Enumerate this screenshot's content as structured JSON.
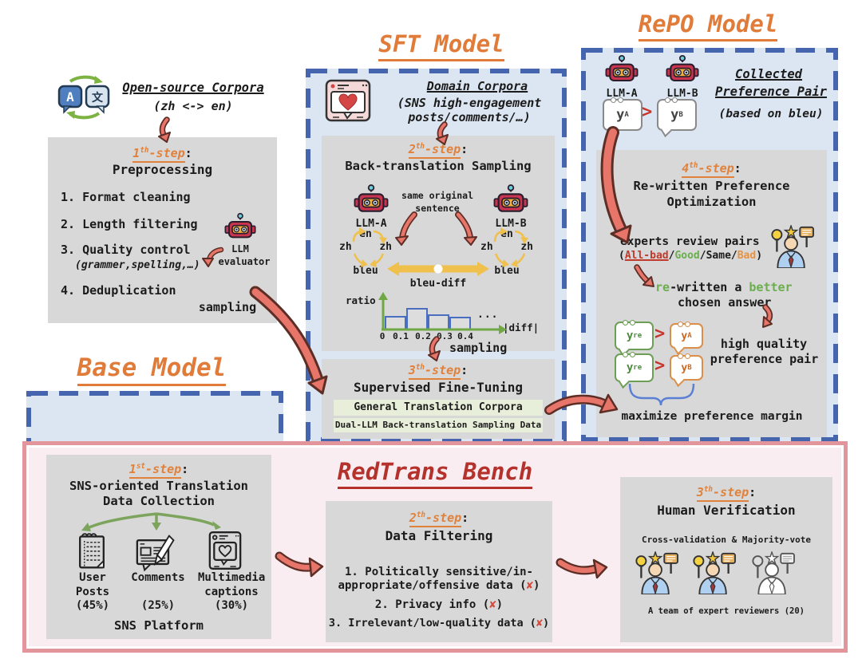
{
  "palette": {
    "orange_heading": "#E07B39",
    "red_heading": "#B5312C",
    "blue_dashed": "#4565AE",
    "panel_blue": "#DCE6F2",
    "panel_grey": "#D8D8D8",
    "bench_pink_fill": "#F9EDF2",
    "bench_pink_border": "#E2959B",
    "green_box": "#E7EFDA",
    "arrow_salmon": "#E8756A",
    "arrow_outline": "#5C2E25",
    "yellow": "#EFC04C",
    "axis_green": "#6FA845",
    "tag_red": "#C0392B",
    "tag_green": "#6AAE4E",
    "tag_orange": "#E8923F"
  },
  "open_corpora": {
    "title": "Open-source Corpora",
    "subtitle": "(zh <-> en)"
  },
  "preprocessing": {
    "step": {
      "n": "1",
      "sup": "th",
      "rest": "-step",
      "colon": ":"
    },
    "title": "Preprocessing",
    "item1": "1. Format cleaning",
    "item2": "2. Length filtering",
    "item3": "3. Quality control",
    "item3_note": "(grammer,spelling,…)",
    "item4": "4. Deduplication",
    "evaluator_line1": "LLM",
    "evaluator_line2": "evaluator",
    "sampling": "sampling"
  },
  "base_model": {
    "title": "Base Model"
  },
  "sft": {
    "title": "SFT Model",
    "domain": {
      "title": "Domain Corpora",
      "line1": "(SNS high-engagement",
      "line2": "posts/comments/…)"
    },
    "step2": {
      "step": {
        "n": "2",
        "sup": "th",
        "rest": "-step",
        "colon": ":"
      },
      "title": "Back-translation Sampling",
      "llm_a": "LLM-A",
      "llm_b": "LLM-B",
      "center_line1": "same original",
      "center_line2": "sentence",
      "en": "en",
      "zh_left": "zh",
      "zh_right": "zh",
      "bleu": "bleu",
      "bleu_diff": "bleu-diff",
      "ellipsis": "...",
      "sampling": "sampling"
    },
    "step3": {
      "step": {
        "n": "3",
        "sup": "th",
        "rest": "-step",
        "colon": ":"
      },
      "title": "Supervised Fine-Tuning",
      "corpus1": "General Translation Corpora",
      "corpus2": "Dual-LLM Back-translation Sampling Data"
    }
  },
  "repo": {
    "title": "RePO Model",
    "collected": {
      "llm_a": "LLM-A",
      "llm_b": "LLM-B",
      "y": "y",
      "sub_a": "A",
      "sub_b": "B",
      "gt": ">",
      "title_line1": "Collected",
      "title_line2": "Preference Pair",
      "subtitle": "(based on bleu)"
    },
    "step4": {
      "step": {
        "n": "4",
        "sup": "th",
        "rest": "-step",
        "colon": ":"
      },
      "title_line1": "Re-written Preference",
      "title_line2": "Optimization",
      "review": "experts review pairs",
      "tags": {
        "open": "(",
        "all_bad": "All-bad",
        "sep1": "/",
        "good": "Good",
        "sep2": "/",
        "same": "Same",
        "sep3": "/",
        "bad": "Bad",
        "close": ")"
      },
      "rewritten": {
        "seg1": "re",
        "seg2": "-written a ",
        "seg3": "better",
        "line2": "chosen answer"
      },
      "pair_y": "y",
      "pair_sub_re": "re",
      "pair_sub_a": "A",
      "pair_sub_b": "B",
      "gt": ">",
      "hq_line1": "high quality",
      "hq_line2": "preference pair",
      "margin": "maximize preference margin"
    }
  },
  "bench": {
    "title": "RedTrans Bench",
    "step1": {
      "step": {
        "n": "1",
        "sup": "st",
        "rest": "-step",
        "colon": ":"
      },
      "title_line1": "SNS-oriented Translation",
      "title_line2": "Data Collection",
      "col1": {
        "line1": "User",
        "line2": "Posts",
        "pct": "(45%)"
      },
      "col2": {
        "line1": "Comments",
        "pct": "(25%)"
      },
      "col3": {
        "line1": "Multimedia",
        "line2": "captions",
        "pct": "(30%)"
      },
      "platform": "SNS Platform"
    },
    "step2": {
      "step": {
        "n": "2",
        "sup": "th",
        "rest": "-step",
        "colon": ":"
      },
      "title": "Data Filtering",
      "item1_line1": "1. Politically sensitive/in-",
      "item1_line2_pre": "appropriate/offensive data (",
      "item2_pre": "2. Privacy info (",
      "item3_pre": "3. Irrelevant/low-quality data (",
      "x_mark": "✘",
      "close": ")"
    },
    "step3": {
      "step": {
        "n": "3",
        "sup": "th",
        "rest": "-step",
        "colon": ":"
      },
      "title": "Human Verification",
      "subtitle": "Cross-validation & Majority-vote",
      "team": "A team of expert reviewers (20)"
    }
  },
  "chart_data": {
    "type": "bar",
    "title": "",
    "xlabel": "|diff|",
    "ylabel": "ratio",
    "x_ticks": [
      "0",
      "0.1",
      "0.2",
      "0.3",
      "0.4"
    ],
    "bins": [
      "0-0.1",
      "0.1-0.2",
      "0.2-0.3",
      "0.3-0.4"
    ],
    "values": [
      0.55,
      0.88,
      0.62,
      0.5
    ],
    "ylim": [
      0,
      1
    ],
    "grid": false,
    "ellipsis": "..."
  }
}
